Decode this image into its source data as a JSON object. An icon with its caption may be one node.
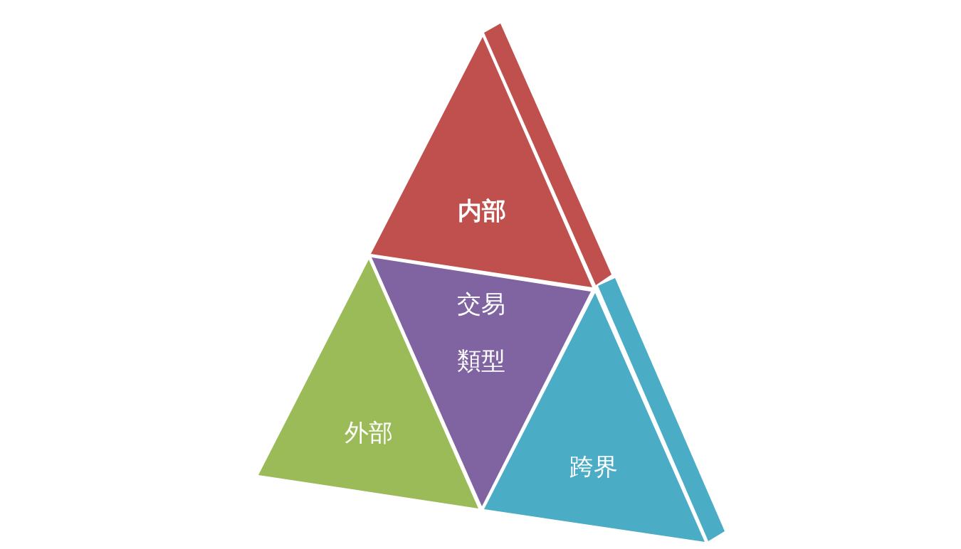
{
  "diagram": {
    "nodes": [
      {
        "text": [
          "内部"
        ]
      },
      {
        "text": [
          "交易類型"
        ]
      },
      {
        "text": [
          "外部"
        ]
      },
      {
        "text": [
          "跨界"
        ]
      }
    ]
  }
}
